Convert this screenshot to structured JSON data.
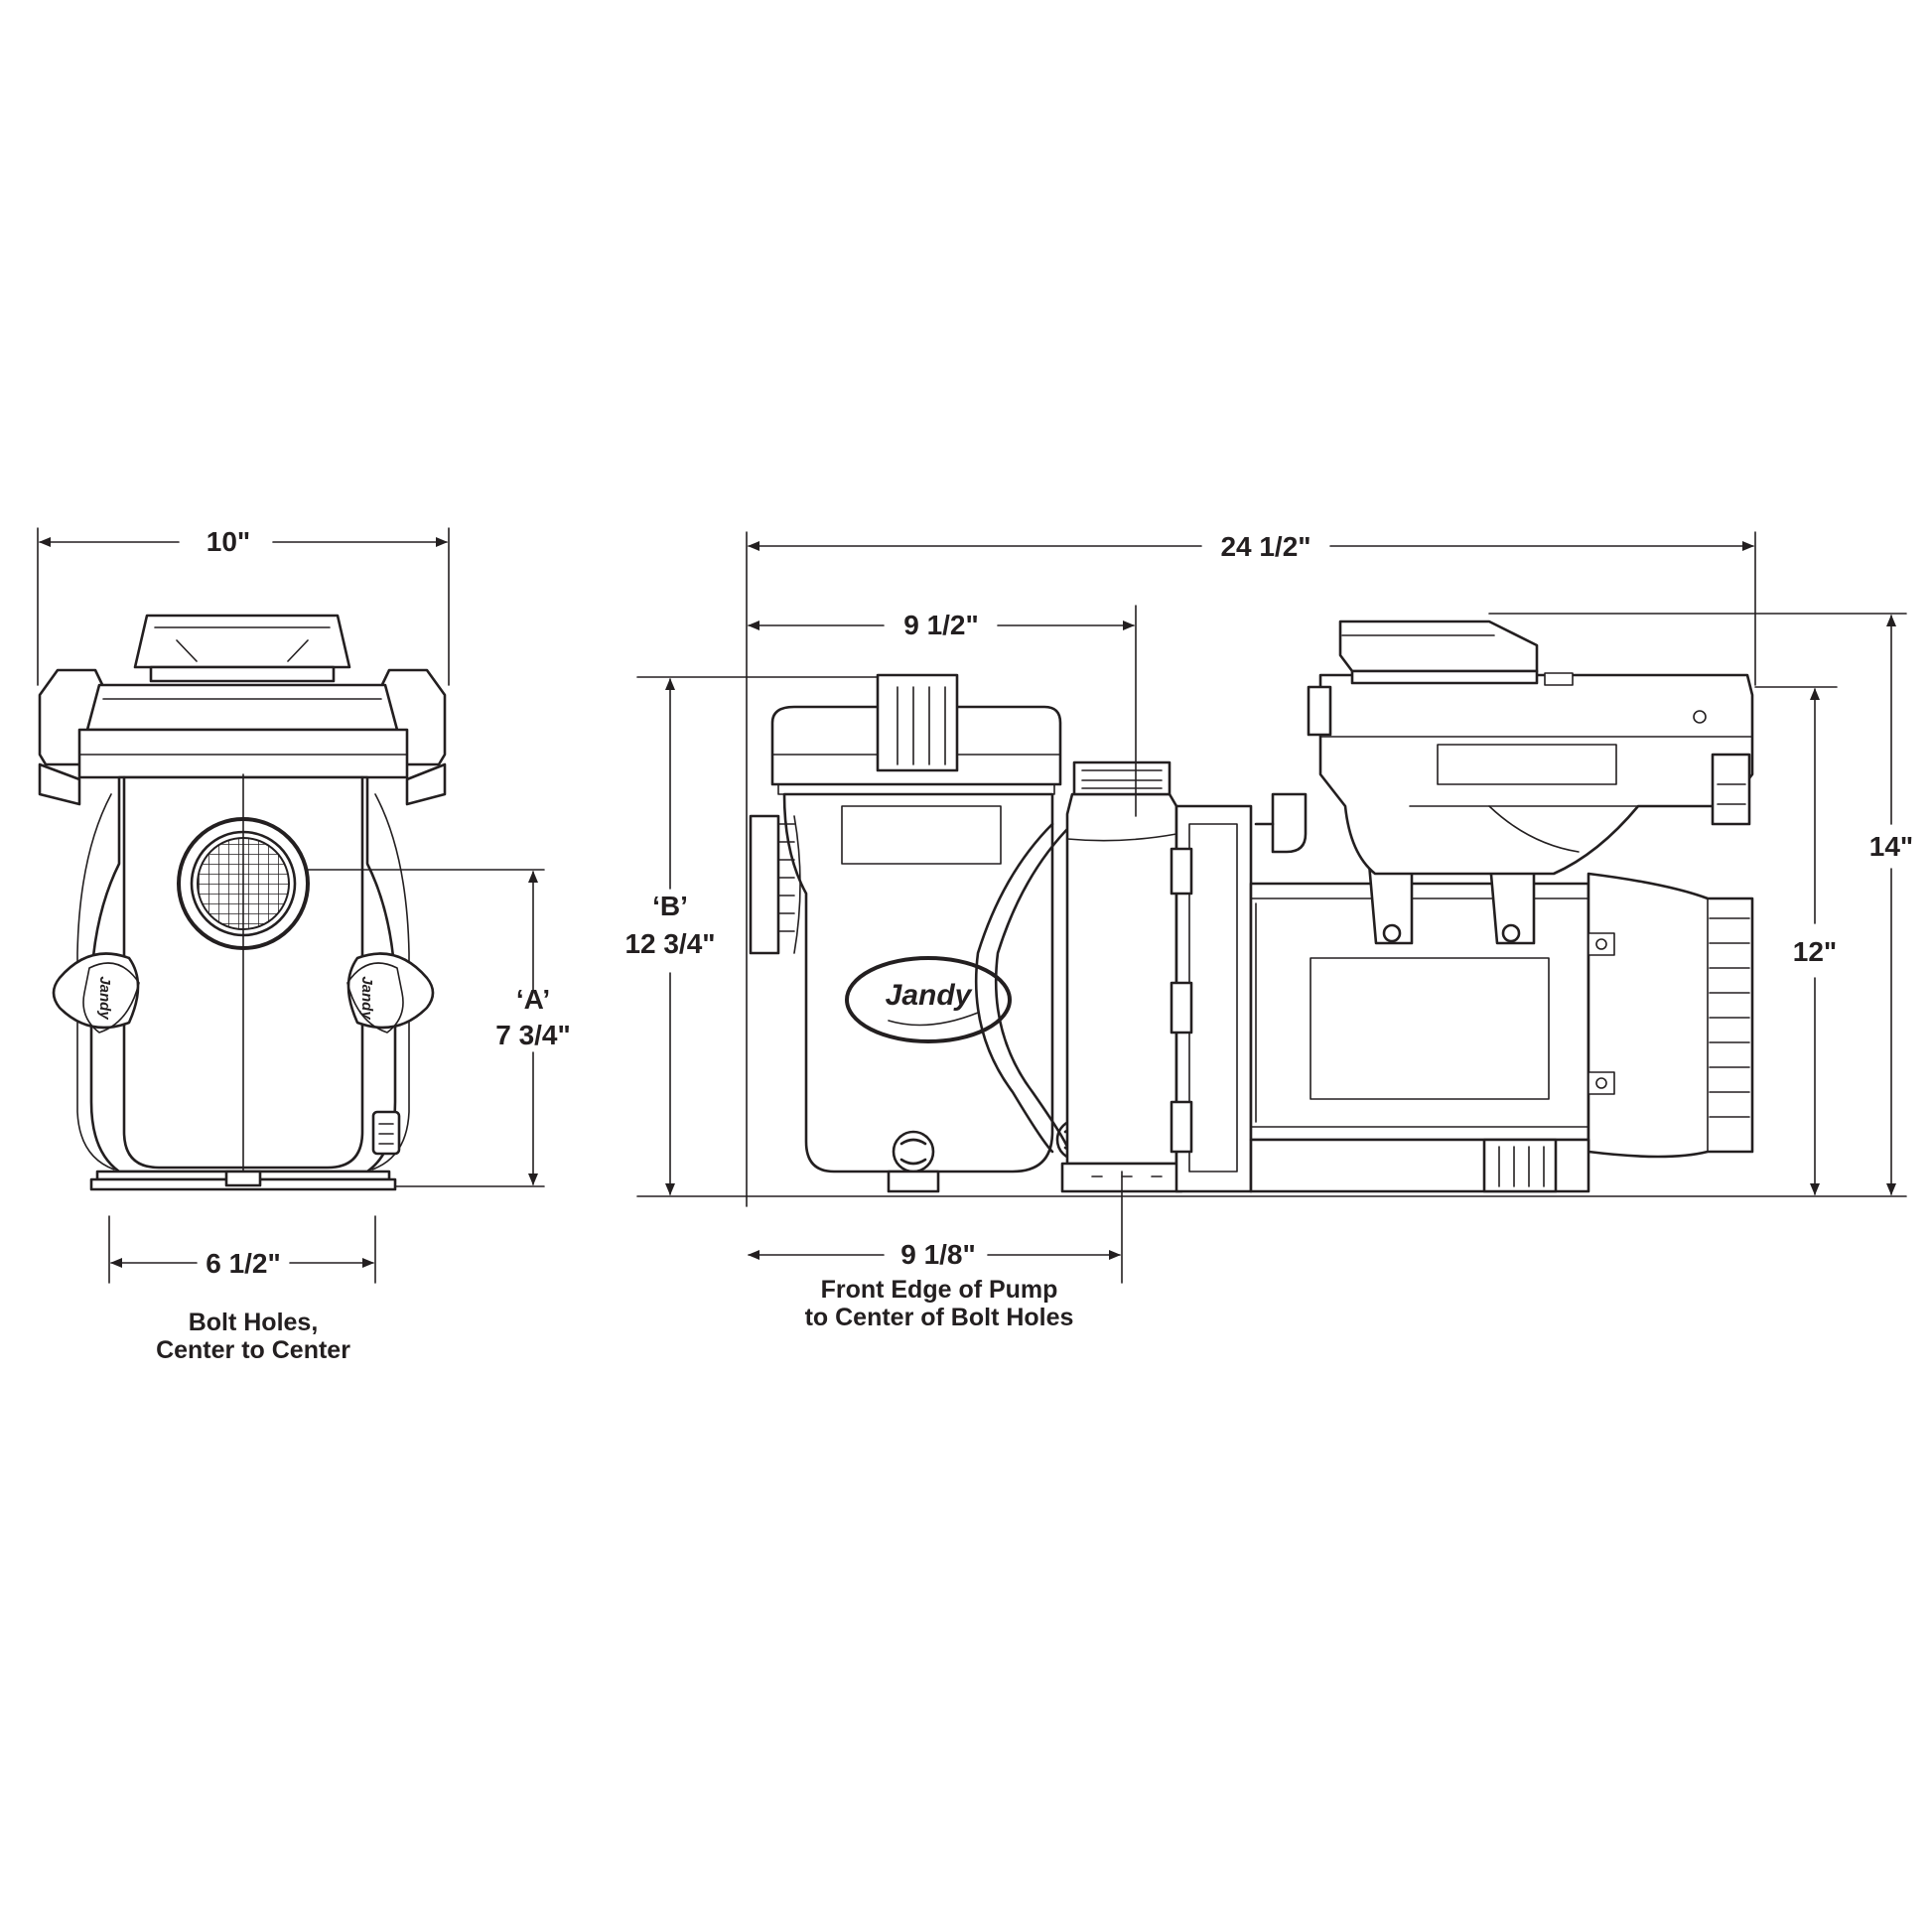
{
  "colors": {
    "ink": "#231f20",
    "background": "#ffffff"
  },
  "front_view": {
    "width_label": "10\"",
    "bolt_spacing_label": "6 1/2\"",
    "height_a_tag": "‘A’",
    "height_a_value": "7 3/4\"",
    "caption_line1": "Bolt Holes,",
    "caption_line2": "Center to Center",
    "badge_left": "Jandy",
    "badge_right": "Jandy"
  },
  "side_view": {
    "overall_length_label": "24 1/2\"",
    "basket_to_inlet_label": "9 1/2\"",
    "front_to_bolt_label": "9 1/8\"",
    "caption_line1": "Front Edge of Pump",
    "caption_line2": "to Center of Bolt Holes",
    "height_b_tag": "‘B’",
    "height_b_value": "12 3/4\"",
    "height_12_label": "12\"",
    "height_14_label": "14\"",
    "brand_logo": "Jandy"
  }
}
